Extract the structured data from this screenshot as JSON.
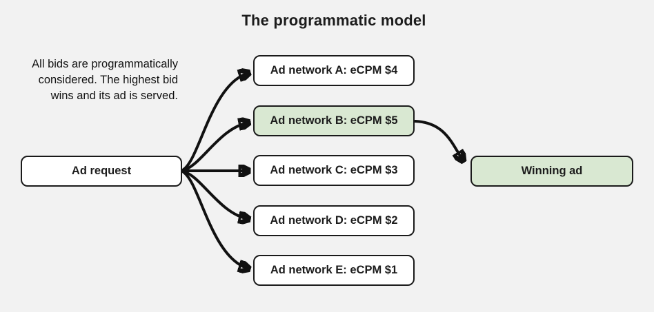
{
  "title": "The programmatic model",
  "annotation": {
    "lines": [
      "All bids are programmatically",
      "considered. The highest bid",
      "wins and its ad is served."
    ]
  },
  "nodes": {
    "ad_request": {
      "label": "Ad request"
    },
    "networks": [
      {
        "id": "A",
        "label": "Ad network A: eCPM $4",
        "ecpm": 4,
        "highlight": false
      },
      {
        "id": "B",
        "label": "Ad network B: eCPM $5",
        "ecpm": 5,
        "highlight": true
      },
      {
        "id": "C",
        "label": "Ad network C: eCPM $3",
        "ecpm": 3,
        "highlight": false
      },
      {
        "id": "D",
        "label": "Ad network D: eCPM $2",
        "ecpm": 2,
        "highlight": false
      },
      {
        "id": "E",
        "label": "Ad network E: eCPM $1",
        "ecpm": 1,
        "highlight": false
      }
    ],
    "winning_ad": {
      "label": "Winning ad"
    }
  },
  "edges": [
    {
      "from": "ad_request",
      "to": "network-A"
    },
    {
      "from": "ad_request",
      "to": "network-B"
    },
    {
      "from": "ad_request",
      "to": "network-C"
    },
    {
      "from": "ad_request",
      "to": "network-D"
    },
    {
      "from": "ad_request",
      "to": "network-E"
    },
    {
      "from": "network-B",
      "to": "winning_ad"
    }
  ],
  "colors": {
    "background": "#f2f2f2",
    "box_bg": "#ffffff",
    "highlight_bg": "#d9e8d2",
    "border": "#1a1a1a",
    "arrow": "#111111",
    "text": "#1c1c1c"
  }
}
